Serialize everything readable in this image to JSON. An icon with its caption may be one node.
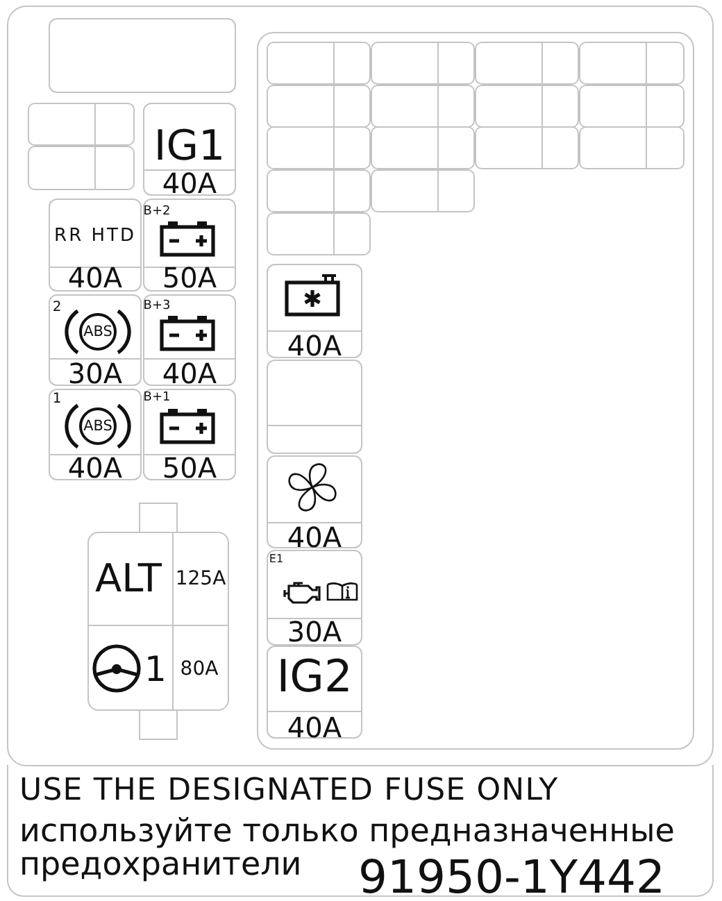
{
  "diagram": {
    "nodes": [
      {
        "text": [],
        "shape": "box"
      },
      {
        "text": [],
        "shape": "box",
        "in": 0
      },
      {
        "text": [],
        "shape": "box",
        "in": 0
      },
      {
        "text": [],
        "shape": "box",
        "in": 0
      },
      {
        "text": [
          "IG1",
          "40A"
        ],
        "in": 0
      },
      {
        "text": [
          "RR HTD",
          "40A"
        ],
        "in": 0
      },
      {
        "text": [
          "B+2",
          "50A"
        ],
        "in": 0
      },
      {
        "text": [
          "2",
          "ABS",
          "30A"
        ],
        "in": 0
      },
      {
        "text": [
          "B+3",
          "40A"
        ],
        "in": 0
      },
      {
        "text": [
          "1",
          "ABS",
          "40A"
        ],
        "in": 0
      },
      {
        "text": [
          "B+1",
          "50A"
        ],
        "in": 0
      },
      {
        "text": [],
        "shape": "box",
        "in": 0
      },
      {
        "text": [
          "ALT",
          "125A"
        ],
        "in": 11
      },
      {
        "text": [
          "1",
          "80A"
        ],
        "in": 11
      },
      {
        "text": [],
        "shape": "box",
        "in": 0
      },
      {
        "text": [],
        "shape": "box",
        "in": 14
      },
      {
        "text": [],
        "shape": "box",
        "in": 14
      },
      {
        "text": [],
        "shape": "box",
        "in": 14
      },
      {
        "text": [],
        "shape": "box",
        "in": 14
      },
      {
        "text": [],
        "shape": "box",
        "in": 14
      },
      {
        "text": [],
        "shape": "box",
        "in": 14
      },
      {
        "text": [],
        "shape": "box",
        "in": 14
      },
      {
        "text": [],
        "shape": "box",
        "in": 14
      },
      {
        "text": [],
        "shape": "box",
        "in": 14
      },
      {
        "text": [],
        "shape": "box",
        "in": 14
      },
      {
        "text": [],
        "shape": "box",
        "in": 14
      },
      {
        "text": [],
        "shape": "box",
        "in": 14
      },
      {
        "text": [],
        "shape": "box",
        "in": 14
      },
      {
        "text": [],
        "shape": "box",
        "in": 14
      },
      {
        "text": [],
        "shape": "box",
        "in": 14
      },
      {
        "text": [
          "40A"
        ],
        "in": 14
      },
      {
        "text": [],
        "shape": "box",
        "in": 14
      },
      {
        "text": [
          "40A"
        ],
        "in": 14
      },
      {
        "text": [
          "E1",
          "30A"
        ],
        "in": 14
      },
      {
        "text": [
          "IG2",
          "40A"
        ],
        "in": 14
      }
    ],
    "labels": [
      "USE THE DESIGNATED FUSE ONLY",
      "используйте только предназначенные",
      "предохранители",
      "91950-1Y442"
    ]
  }
}
